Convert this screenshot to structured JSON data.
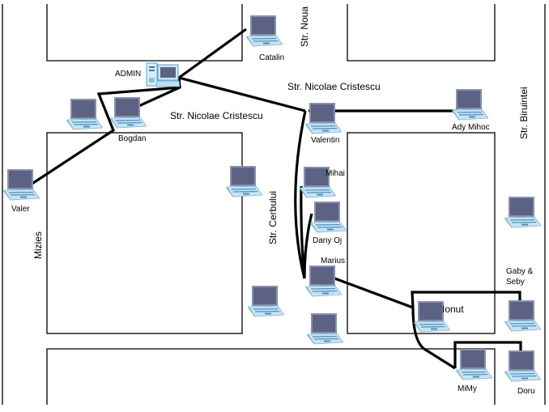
{
  "streets": {
    "noua": "Str. Noua",
    "nicolae_top": "Str. Nicolae Cristescu",
    "nicolae_left": "Str. Nicolae Cristescu",
    "biruintei": "Str. Biruintei",
    "cerbului": "Str. Cerbului",
    "mizies": "Mizies"
  },
  "nodes": {
    "admin": "ADMIN",
    "catalin": "Catalin",
    "bogdan": "Bogdan",
    "valentin": "Valentin",
    "ady": "Ady Mihoc",
    "valer": "Valer",
    "mihai": "Mihai",
    "dany": "Dany Oj",
    "marius": "Marius",
    "ionut": "Ionut",
    "gaby_line1": "Gaby &",
    "gaby_line2": "Seby",
    "mimy": "MiMy",
    "doru": "Doru"
  },
  "colors": {
    "screen": "#5b6283",
    "base": "#c4e4f4",
    "link": "#000000"
  }
}
